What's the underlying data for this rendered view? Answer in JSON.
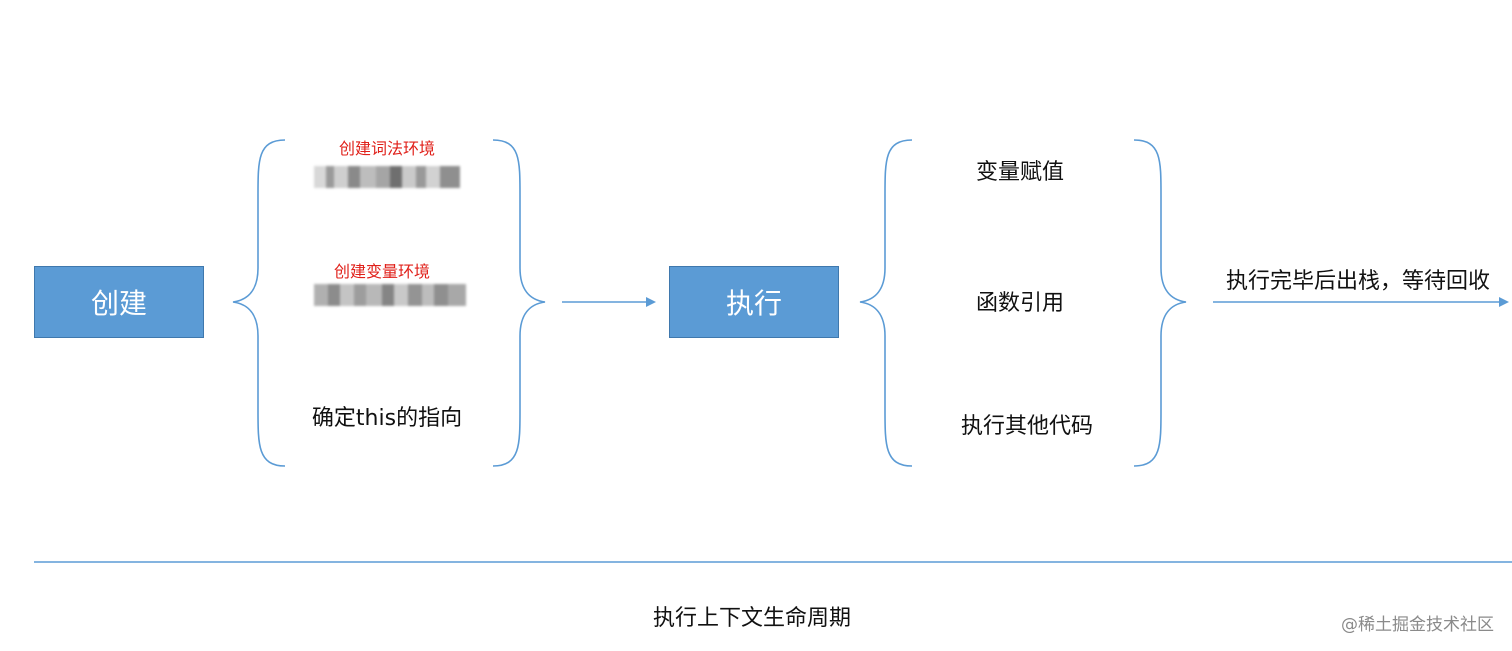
{
  "stages": {
    "create": "创建",
    "execute": "执行"
  },
  "create_steps": {
    "lexical": "创建词法环境",
    "variable": "创建变量环境",
    "this_binding": "确定this的指向"
  },
  "execute_steps": {
    "assign": "变量赋值",
    "func_ref": "函数引用",
    "other_code": "执行其他代码"
  },
  "after_execute": "执行完毕后出栈，等待回收",
  "timeline_label": "执行上下文生命周期",
  "watermark": "@稀土掘金技术社区",
  "colors": {
    "box_fill": "#5b9bd5",
    "line": "#5b9bd5",
    "red_text": "#e0201a"
  }
}
